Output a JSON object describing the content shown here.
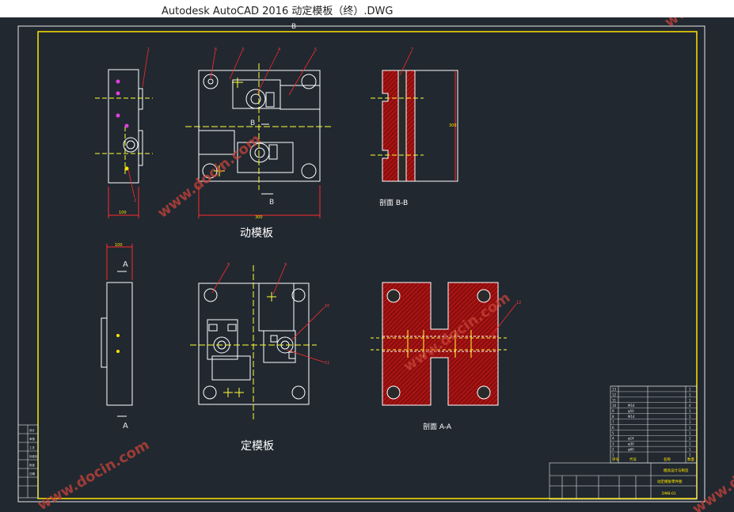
{
  "window": {
    "title": "Autodesk AutoCAD 2016     动定模板（终）.DWG"
  },
  "colors": {
    "background": "#212830",
    "border": "#e8e8e8",
    "frame": "#ffe600",
    "part": "#ffffff",
    "centerline": "#ffff33",
    "hatch": "#b01414",
    "leader": "#ff2a2a",
    "watermark": "#c8433a"
  },
  "watermark": "www.docin.com",
  "drawing": {
    "frame_letter": "B",
    "views": {
      "moving_plate_label": "动模板",
      "fixed_plate_label": "定模板",
      "section_bb_label": "剖面 B-B",
      "section_aa_label": "剖面 A-A",
      "cut_b_left": "B",
      "cut_b_right": "B",
      "cut_a_top": "A",
      "cut_a_bottom": "A",
      "dim_width_left": "100",
      "dim_width_main": "300",
      "dim_height_section": "300",
      "dim_top_side": "100"
    },
    "balloons": [
      "1",
      "2",
      "3",
      "4",
      "5",
      "6",
      "7",
      "8",
      "9",
      "10",
      "11",
      "12"
    ],
    "title_block": {
      "bom_first_col": [
        "13",
        "12",
        "11",
        "10",
        "9",
        "8",
        "7",
        "6",
        "5",
        "4",
        "3",
        "2",
        "1"
      ],
      "bom_spec": [
        "",
        "",
        "",
        "M16",
        "φ50",
        "M14",
        "",
        "",
        "",
        "φ14",
        "φ30",
        "φ60",
        ""
      ],
      "bom_qty": [
        "1",
        "1",
        "1",
        "4",
        "1",
        "1",
        "1",
        "1",
        "1",
        "1",
        "1",
        "1",
        "1"
      ],
      "header": [
        "序号",
        "代号",
        "名称",
        "数量"
      ],
      "company": "模具设计与制造",
      "drawing_name": "动定模板零件图",
      "sheet_no": "DMB-01"
    },
    "left_table": [
      "设计",
      "审核",
      "工艺",
      "标准化",
      "批准",
      "日期"
    ]
  }
}
